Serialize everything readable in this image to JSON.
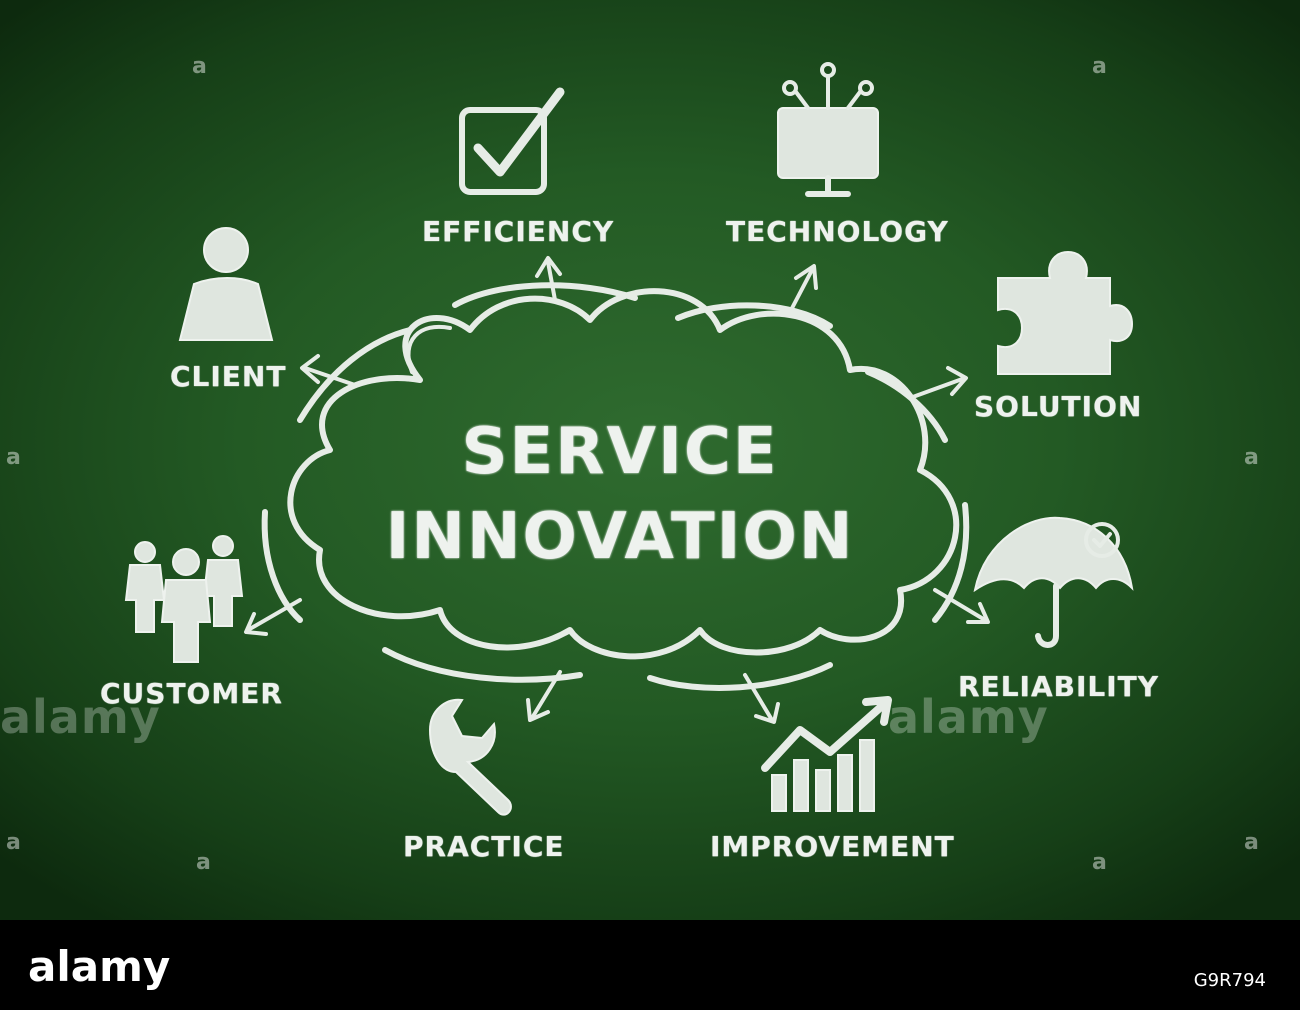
{
  "diagram": {
    "title_line1": "SERVICE",
    "title_line2": "INNOVATION",
    "nodes": {
      "efficiency": "EFFICIENCY",
      "technology": "TECHNOLOGY",
      "client": "CLIENT",
      "solution": "SOLUTION",
      "customer": "CUSTOMER",
      "reliability": "RELIABILITY",
      "practice": "PRACTICE",
      "improvement": "IMPROVEMENT"
    },
    "icons": {
      "efficiency": "checkbox-icon",
      "technology": "monitor-circuit-icon",
      "client": "person-icon",
      "solution": "puzzle-piece-icon",
      "customer": "group-people-icon",
      "reliability": "umbrella-check-icon",
      "practice": "wrench-icon",
      "improvement": "bar-chart-growth-icon"
    },
    "colors": {
      "chalkboard": "#235a24",
      "chalk": "#e6ece6",
      "footer": "#000000"
    }
  },
  "watermark": {
    "text": "alamy"
  },
  "footer": {
    "logo": "alamy",
    "image_id": "G9R794"
  }
}
